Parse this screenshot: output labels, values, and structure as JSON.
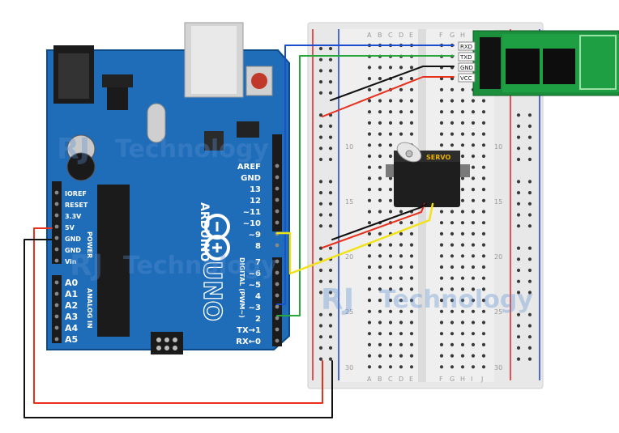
{
  "board": {
    "brand": "ARDUINO",
    "model": "UNO",
    "power_header_label": "POWER",
    "analog_header_label": "ANALOG IN",
    "digital_header_label": "DIGITAL (PWM~)",
    "power_pins": [
      "IOREF",
      "RESET",
      "3.3V",
      "5V",
      "GND",
      "GND",
      "Vin"
    ],
    "analog_pins": [
      "A0",
      "A1",
      "A2",
      "A3",
      "A4",
      "A5"
    ],
    "digital_pins": [
      "AREF",
      "GND",
      "13",
      "12",
      "~11",
      "~10",
      "~9",
      "8",
      "7",
      "~6",
      "~5",
      "4",
      "~3",
      "2",
      "TX→1",
      "RX←0"
    ],
    "tx_label": "TX",
    "rx_label": "RX"
  },
  "breadboard": {
    "columns_left": [
      "A",
      "B",
      "C",
      "D",
      "E"
    ],
    "columns_right": [
      "F",
      "G",
      "H",
      "I",
      "J"
    ],
    "row_numbers": [
      "10",
      "15",
      "20",
      "25",
      "30"
    ]
  },
  "bluetooth_module": {
    "pins": [
      "RXD",
      "TXD",
      "GND",
      "VCC"
    ]
  },
  "servo": {
    "label": "SERVO"
  },
  "watermark": {
    "text_prefix": "RJ",
    "text": "Technology"
  },
  "colors": {
    "board": "#1f6db8",
    "wire_red": "#e8301c",
    "wire_black": "#111111",
    "wire_blue": "#1c4fd0",
    "wire_green": "#27a83a",
    "wire_yellow": "#f2e21a",
    "bt_module": "#16a34a"
  }
}
